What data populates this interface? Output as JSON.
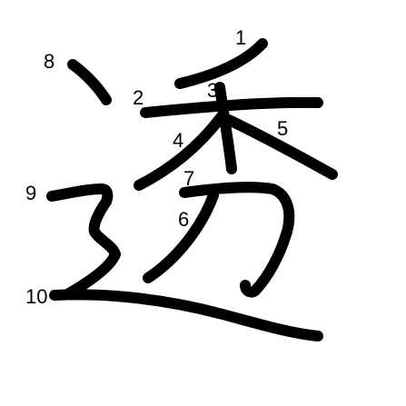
{
  "character": {
    "glyph": "透",
    "stroke_color": "#000000",
    "background": "#ffffff",
    "strokes": [
      {
        "order": "1",
        "label": "1"
      },
      {
        "order": "2",
        "label": "2"
      },
      {
        "order": "3",
        "label": "3"
      },
      {
        "order": "4",
        "label": "4"
      },
      {
        "order": "5",
        "label": "5"
      },
      {
        "order": "6",
        "label": "6"
      },
      {
        "order": "7",
        "label": "7"
      },
      {
        "order": "8",
        "label": "8"
      },
      {
        "order": "9",
        "label": "9"
      },
      {
        "order": "10",
        "label": "10"
      }
    ]
  }
}
